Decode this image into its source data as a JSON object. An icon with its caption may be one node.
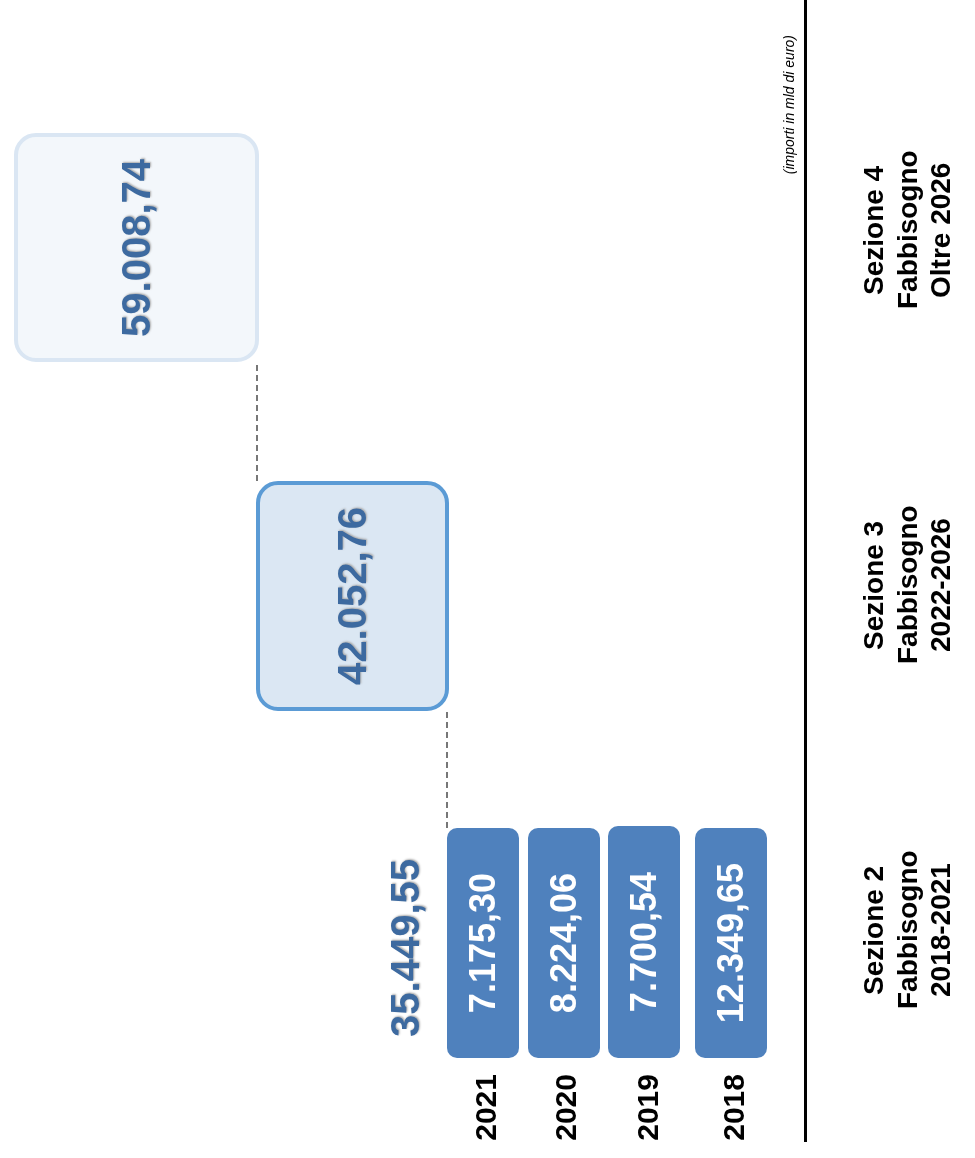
{
  "diagram": {
    "nodes": [
      {
        "text": [
          "7.175,30"
        ],
        "beside": [
          "2021"
        ]
      },
      {
        "text": [
          "8.224,06"
        ],
        "beside": [
          "2020"
        ]
      },
      {
        "text": [
          "7.700,54"
        ],
        "beside": [
          "2019"
        ]
      },
      {
        "text": [
          "12.349,65"
        ],
        "beside": [
          "2018"
        ]
      },
      {
        "text": [
          "42.052,76"
        ]
      },
      {
        "text": [
          "59.008,74"
        ]
      }
    ],
    "edges": [
      {
        "from": 0,
        "to": 4,
        "arrow": "none",
        "style": "dashed"
      },
      {
        "from": 4,
        "to": 5,
        "arrow": "none",
        "style": "dashed"
      }
    ],
    "labels": [
      "35.449,55",
      "(importi in mld di euro)",
      "Sezione 2 Fabbisogno 2018-2021",
      "Sezione 3 Fabbisogno 2022-2026",
      "Sezione 4 Fabbisogno Oltre 2026"
    ]
  }
}
